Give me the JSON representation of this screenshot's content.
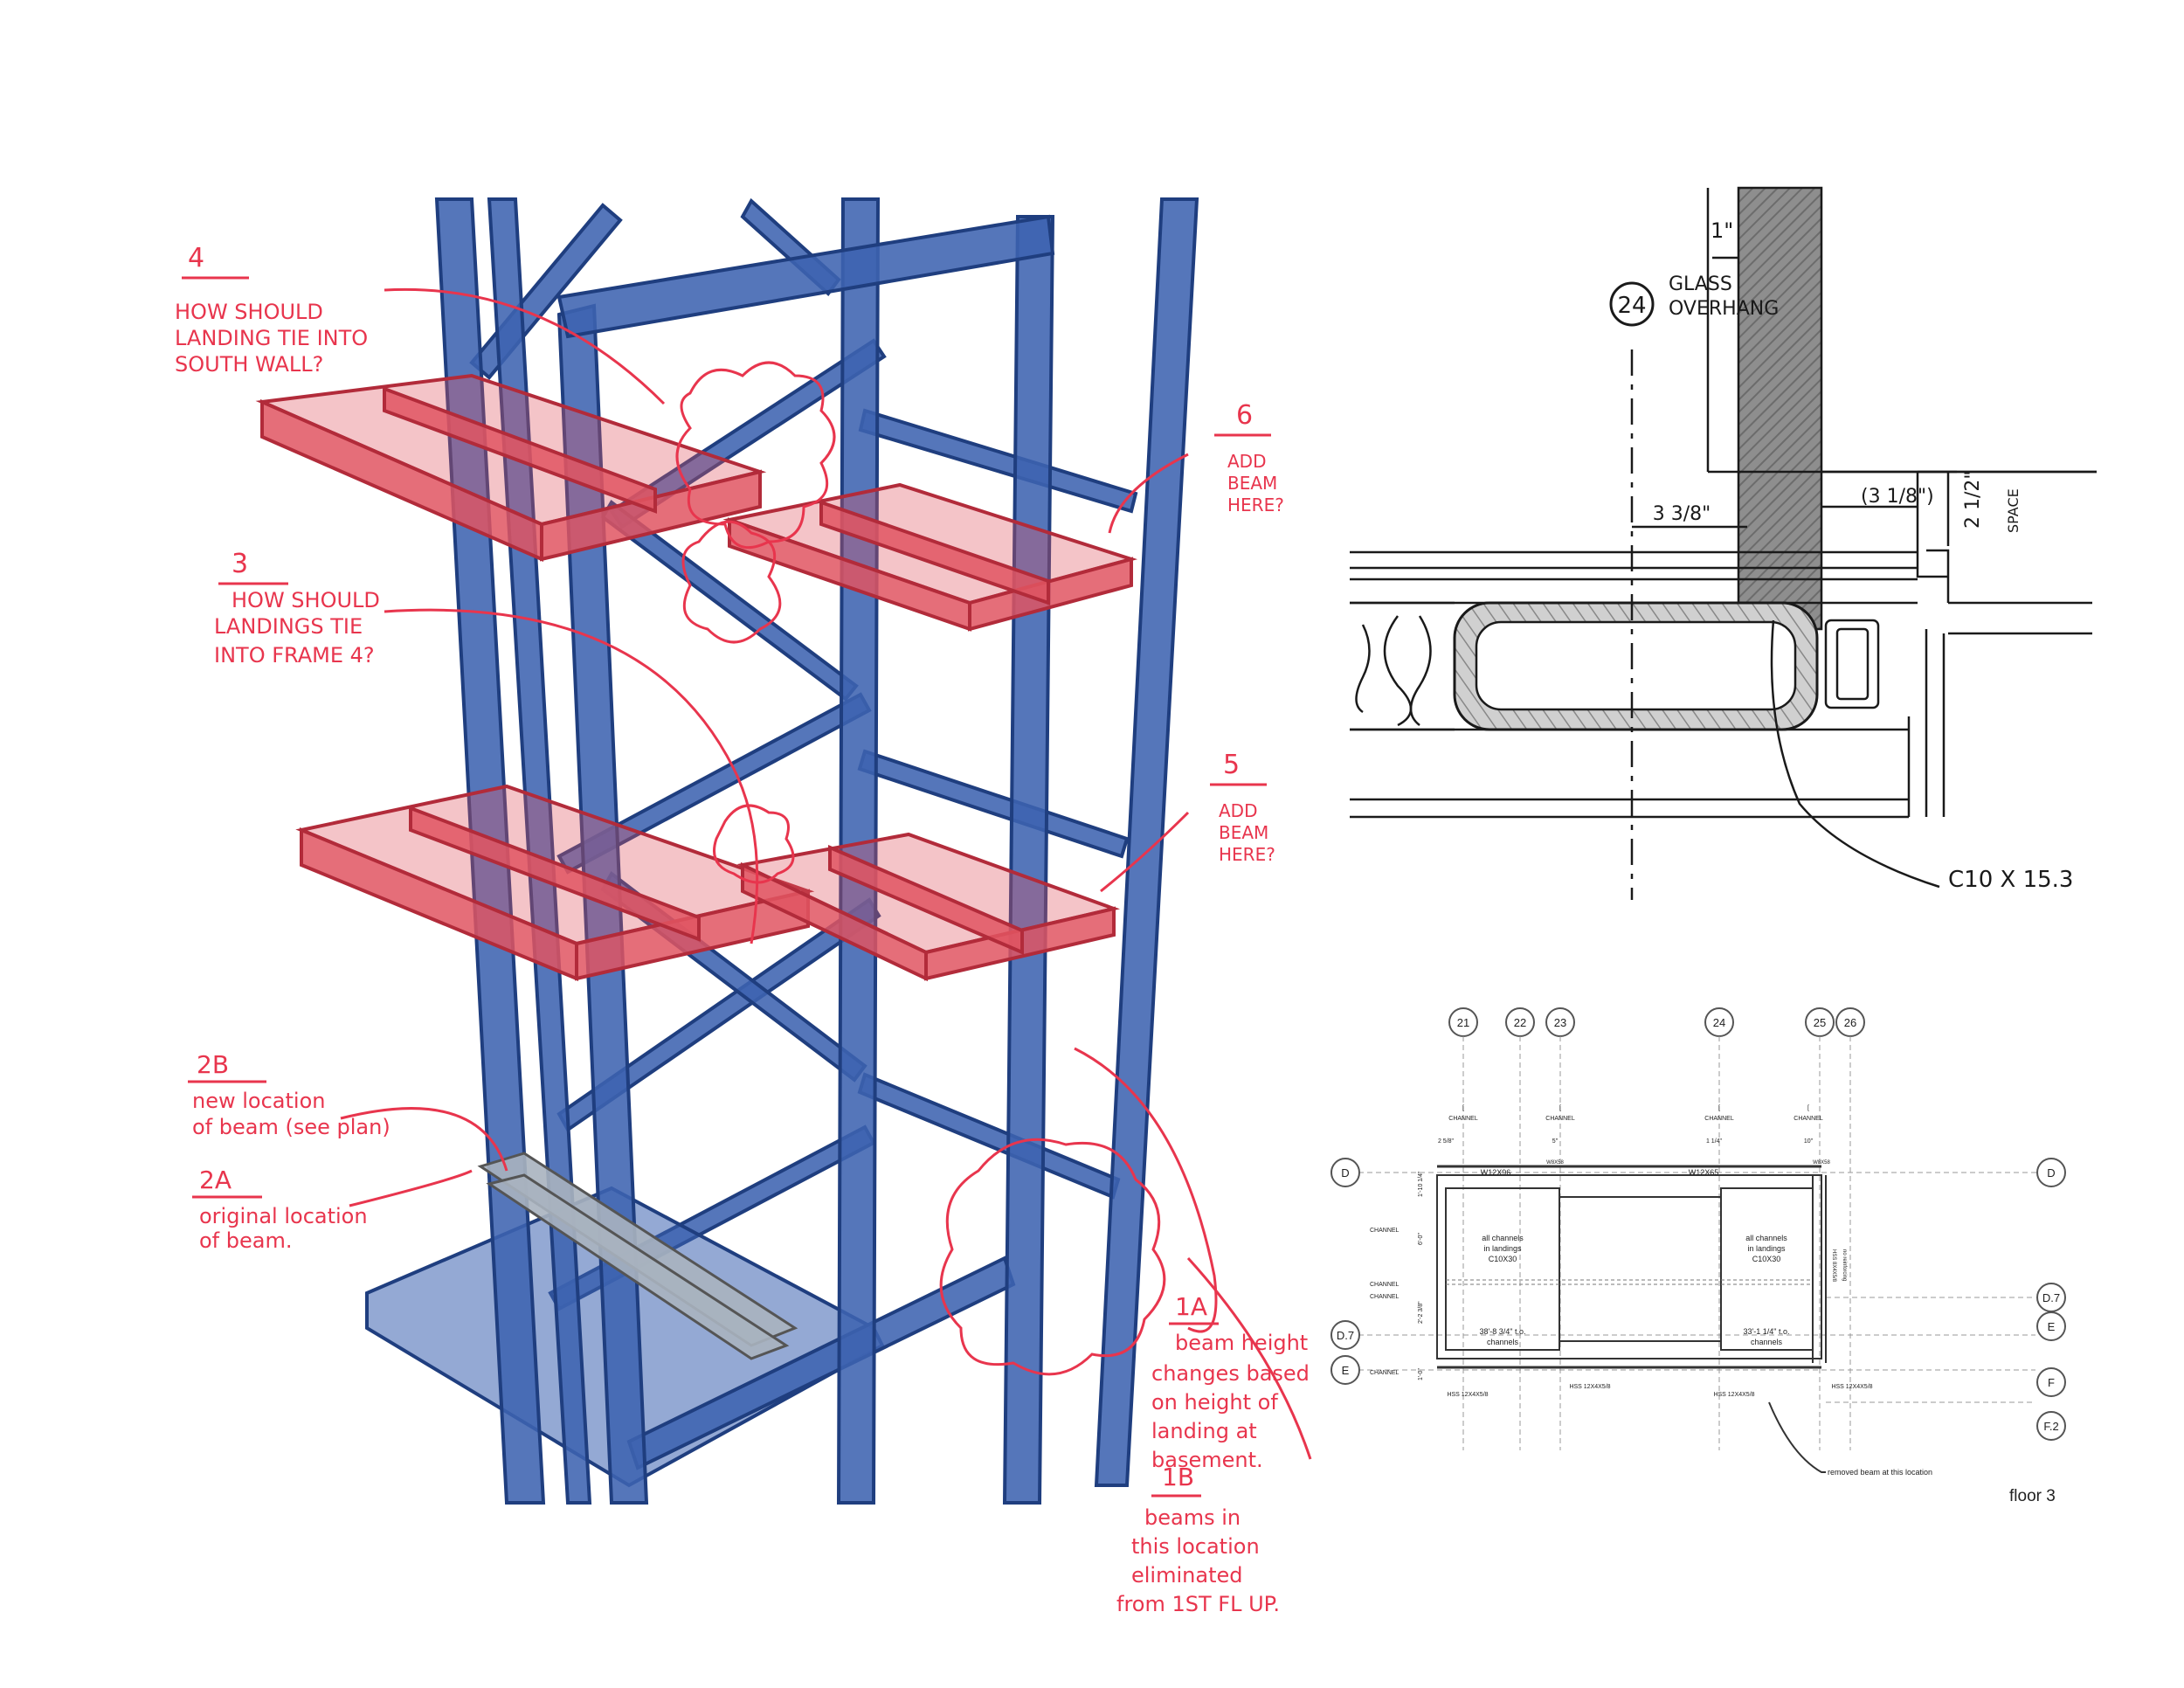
{
  "colors": {
    "steel": "#3d63b0",
    "steel_dark": "#1f3e7f",
    "landing": "#e05562",
    "landing_dark": "#b22b3a",
    "annotation": "#e8354d",
    "ink": "#1a1a1a"
  },
  "annotations": [
    {
      "id": "4",
      "lines": [
        "HOW SHOULD",
        "LANDING TIE INTO",
        "SOUTH WALL?"
      ]
    },
    {
      "id": "6",
      "lines": [
        "ADD",
        "BEAM",
        "HERE?"
      ]
    },
    {
      "id": "3",
      "lines": [
        "HOW SHOULD",
        "LANDINGS TIE",
        "INTO FRAME 4?"
      ]
    },
    {
      "id": "5",
      "lines": [
        "ADD",
        "BEAM",
        "HERE?"
      ]
    },
    {
      "id": "2B",
      "lines": [
        "new location",
        "of beam (see plan)"
      ]
    },
    {
      "id": "2A",
      "lines": [
        "original location",
        "of beam."
      ]
    },
    {
      "id": "1A",
      "lines": [
        "beam height",
        "changes based",
        "on height of",
        "landing at",
        "basement."
      ]
    },
    {
      "id": "1B",
      "lines": [
        "beams in",
        "this location",
        "eliminated",
        "from 1ST FL UP."
      ]
    }
  ],
  "detail": {
    "grid": "24",
    "glass": "GLASS",
    "overhang": "OVERHANG",
    "dim_top": "1\"",
    "dim_left": "3 3/8\"",
    "dim_right": "(3 1/8\")",
    "space_dim": "2 1/2\"",
    "space_label": "SPACE",
    "member": "C10 X 15.3"
  },
  "plan": {
    "grid_numbers": [
      "21",
      "22",
      "23",
      "24",
      "25",
      "26"
    ],
    "grid_letters_left": [
      "D",
      "D.7",
      "E"
    ],
    "grid_letters_right": [
      "D",
      "D.7",
      "E",
      "F",
      "F.2"
    ],
    "channel": "CHANNEL",
    "channel_sym": "[",
    "top_dims": [
      "2 5/8\"",
      "5\"",
      "1 1/4\"",
      "10\""
    ],
    "beam_left": "W12X96",
    "beam_mid": "W12X65",
    "beam_right": "W8X58",
    "beam_small": "W8X58",
    "left_dims": [
      "1'-10 1/4\"",
      "6'-0\"",
      "2'-2 3/8\"",
      "1'-0\""
    ],
    "left_channels": [
      "CHANNEL",
      "CHANNEL",
      "CHANNEL",
      "CHANNEL"
    ],
    "box_a": [
      "all channels",
      "in landings",
      "C10X30"
    ],
    "box_b": [
      "all channels",
      "in landings",
      "C10X30"
    ],
    "box_c": [
      "38'-8 3/4\" t.o.",
      "channels"
    ],
    "box_d": [
      "33'-1 1/4\" t.o.",
      "channels"
    ],
    "hss_left": "HSS 12X4X5/8",
    "hss_mid": "HSS 12X4X5/8",
    "hss_right": "HSS 12X4X5/8",
    "hss_far": "HSS 12X4X5/8",
    "vert_label": "HSS 8X4X5/8",
    "vert_label2": "no reinforcing",
    "removed": "removed beam at this location",
    "title": "floor 3"
  }
}
